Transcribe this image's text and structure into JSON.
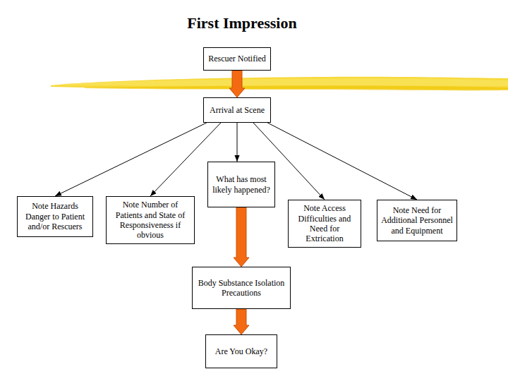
{
  "diagram": {
    "title": "First Impression",
    "nodes": [
      {
        "text": [
          "Rescuer Notified"
        ]
      },
      {
        "text": [
          "Arrival at Scene"
        ]
      },
      {
        "text": [
          "Note Hazards Danger to Patient and/or Rescuers"
        ]
      },
      {
        "text": [
          "Note Number of Patients and State of Responsiveness if obvious"
        ]
      },
      {
        "text": [
          "What has most likely happened?"
        ]
      },
      {
        "text": [
          "Note Access Difficulties and Need for Extrication"
        ]
      },
      {
        "text": [
          "Note Need for Additional Personnel and Equipment"
        ]
      },
      {
        "text": [
          "Body Substance Isolation Precautions"
        ]
      },
      {
        "text": [
          "Are You Okay?"
        ]
      }
    ],
    "edges": [
      {
        "from": 0,
        "to": 1,
        "arrow": "to"
      },
      {
        "from": 1,
        "to": 2,
        "arrow": "to"
      },
      {
        "from": 1,
        "to": 3,
        "arrow": "to"
      },
      {
        "from": 1,
        "to": 4,
        "arrow": "to"
      },
      {
        "from": 1,
        "to": 5,
        "arrow": "to"
      },
      {
        "from": 1,
        "to": 6,
        "arrow": "to"
      },
      {
        "from": 4,
        "to": 7,
        "arrow": "to"
      },
      {
        "from": 7,
        "to": 8,
        "arrow": "to"
      }
    ]
  }
}
